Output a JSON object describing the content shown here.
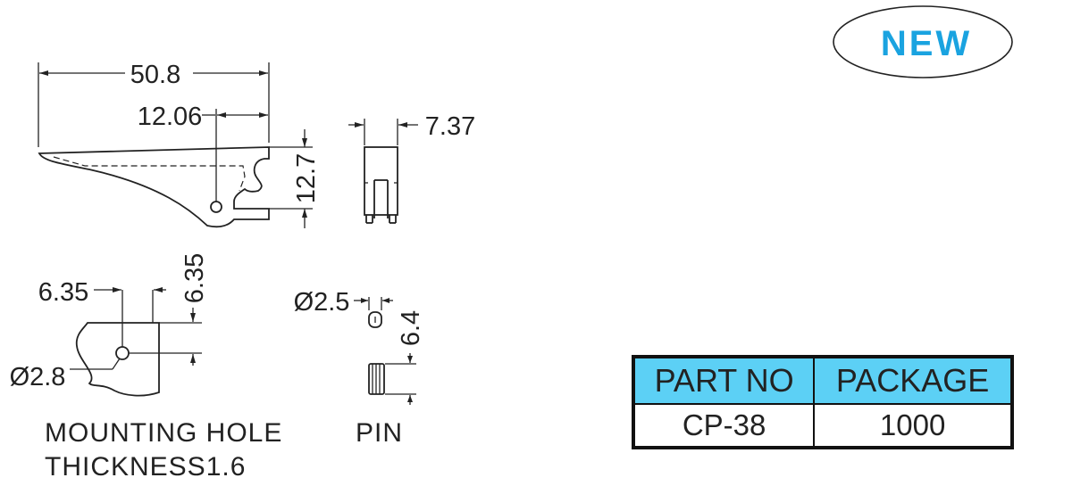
{
  "badge": {
    "text": "NEW",
    "color": "#1aa3e0"
  },
  "dimensions": {
    "length": "50.8",
    "offset": "12.06",
    "height": "12.7",
    "width": "7.37",
    "hole_x": "6.35",
    "hole_y": "6.35",
    "hole_dia": "Ø2.8",
    "pin_dia": "Ø2.5",
    "pin_len": "6.4"
  },
  "labels": {
    "mounting_line1": "MOUNTING HOLE",
    "mounting_line2": "THICKNESS1.6",
    "pin": "PIN"
  },
  "table": {
    "headers": [
      "PART NO",
      "PACKAGE"
    ],
    "rows": [
      [
        "CP-38",
        "1000"
      ]
    ],
    "header_color": "#5cd0f5"
  }
}
